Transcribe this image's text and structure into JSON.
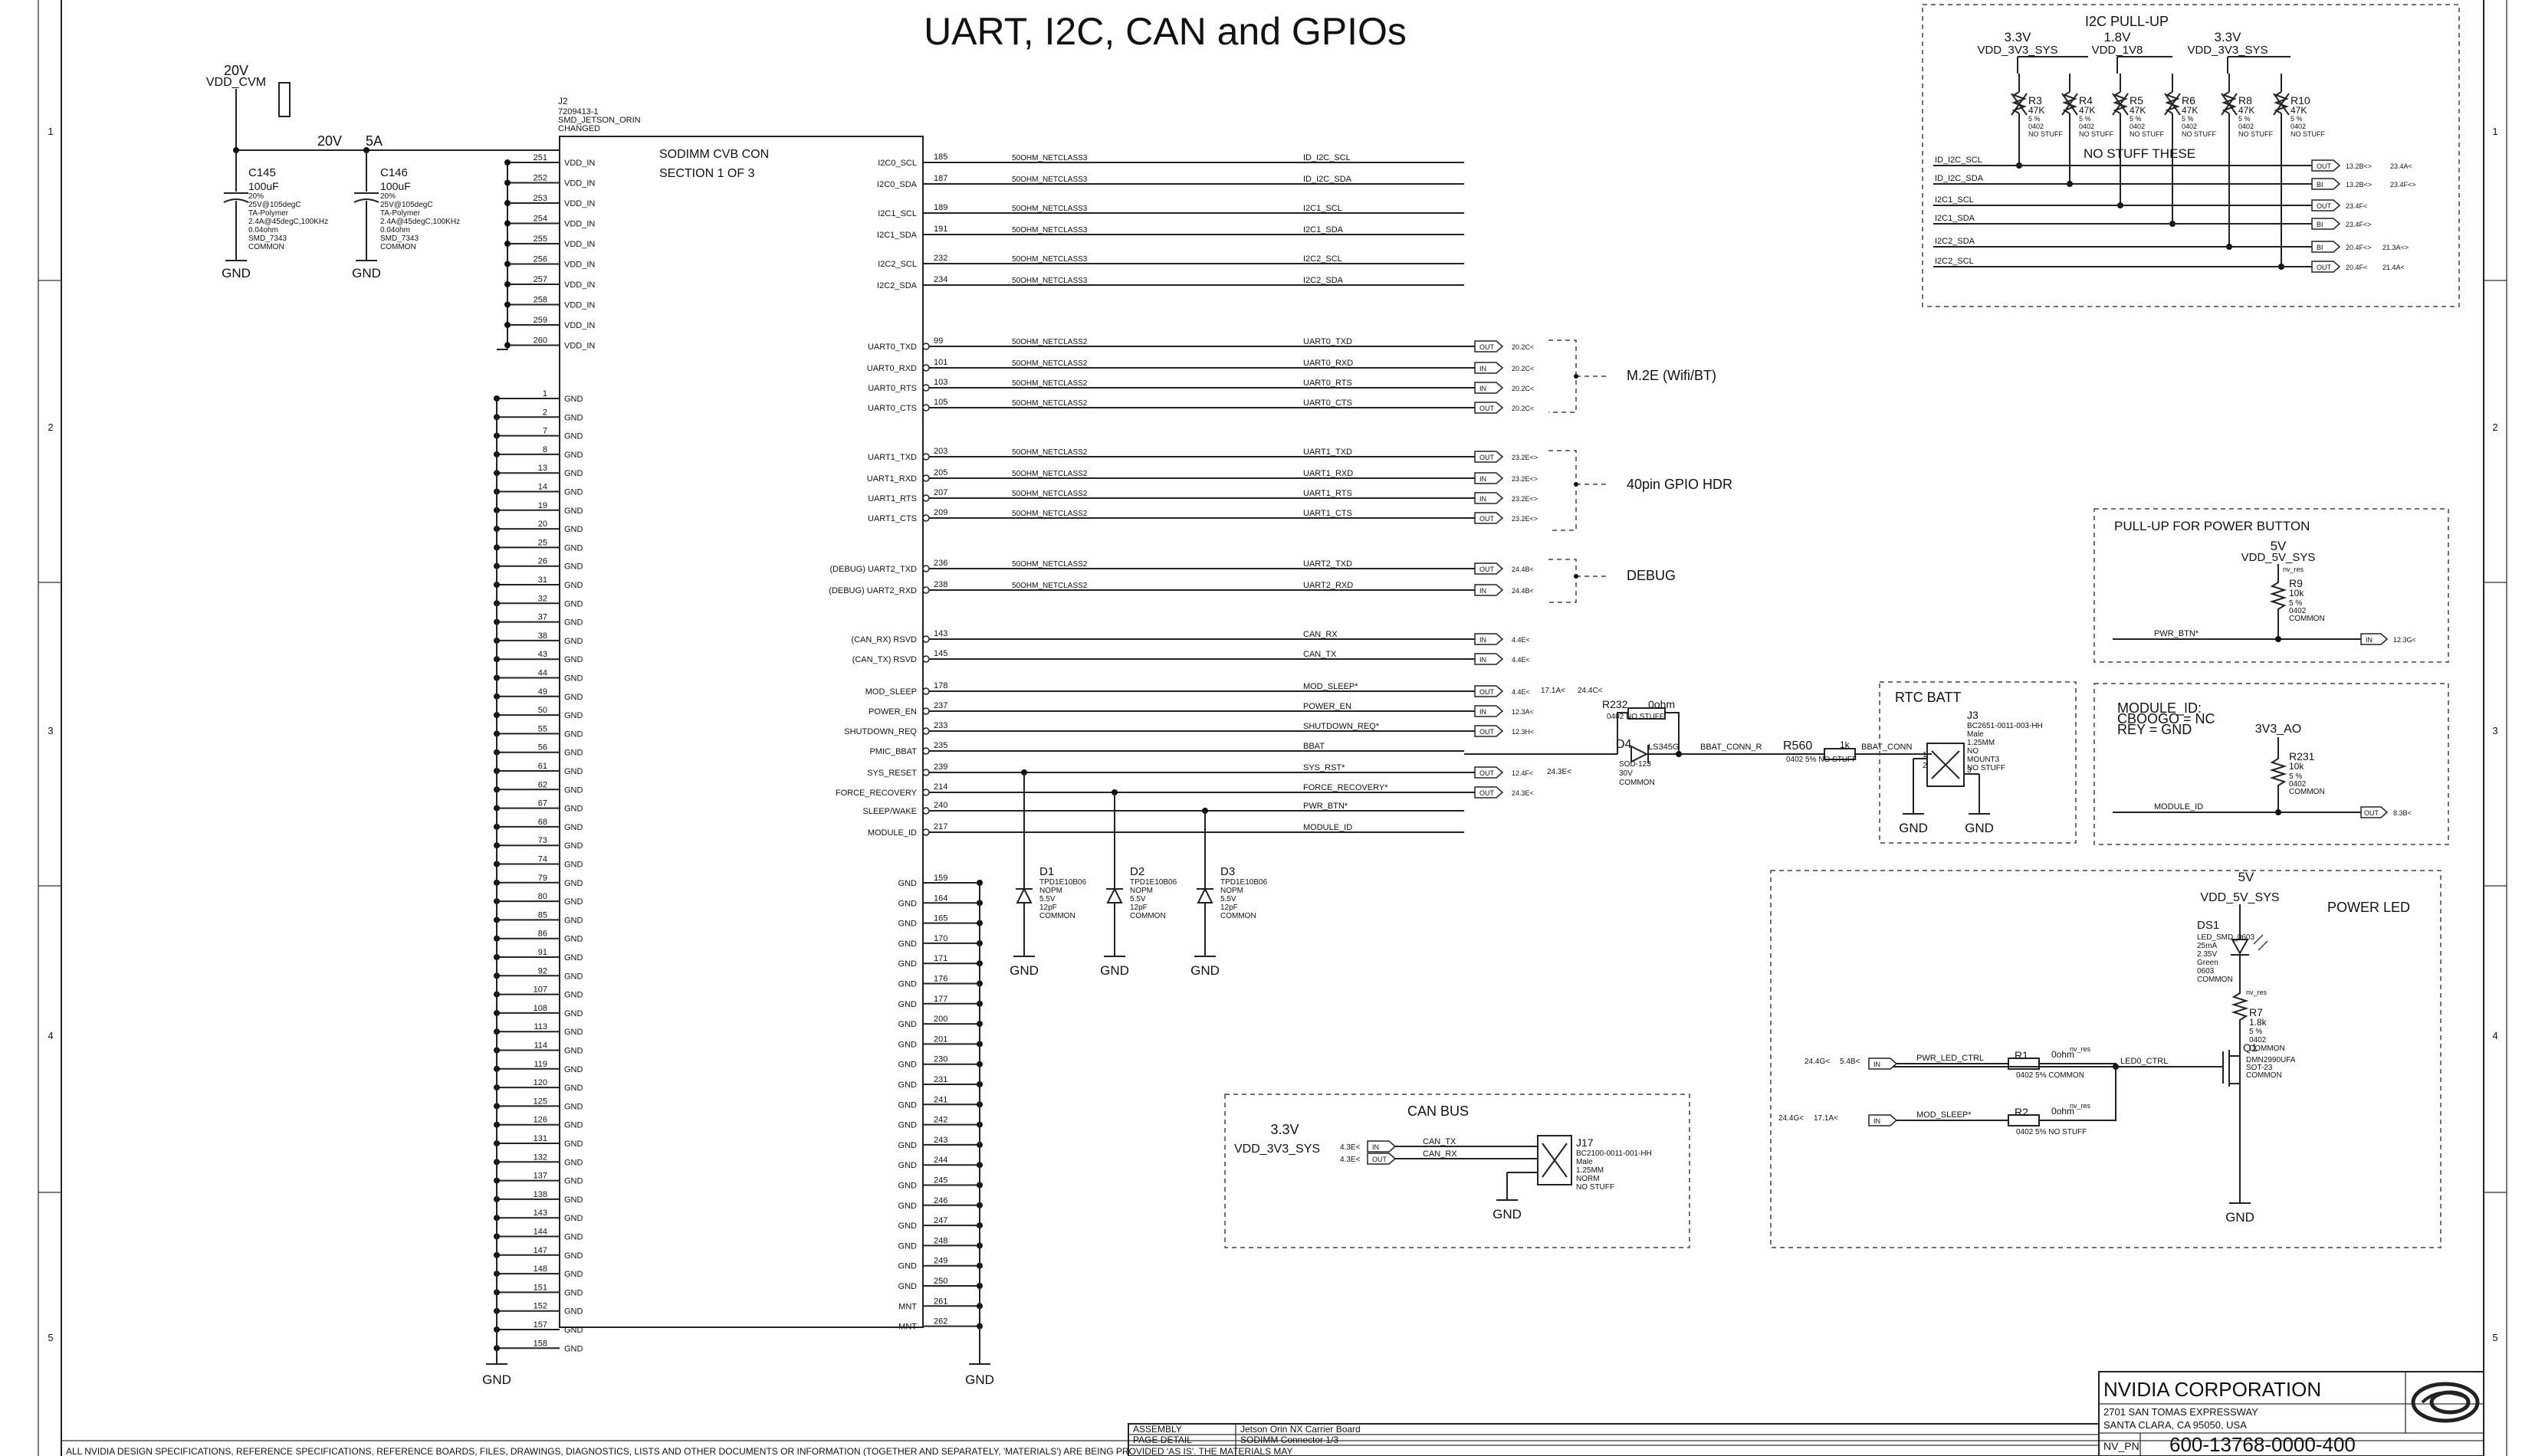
{
  "title": "UART, I2C, CAN and GPIOs",
  "border": {
    "row_labels": [
      "1",
      "2",
      "3",
      "4",
      "5"
    ]
  },
  "power_in": {
    "net_voltage": "20V",
    "net_name": "VDD_CVM",
    "rail_label": "20V",
    "current": "5A",
    "caps": [
      {
        "ref": "C145",
        "lines": [
          "100uF",
          "20%",
          "25V@105degC",
          "TA-Polymer",
          "2.4A@45degC,100KHz",
          "0.04ohm",
          "SMD_7343",
          "COMMON"
        ]
      },
      {
        "ref": "C146",
        "lines": [
          "100uF",
          "20%",
          "25V@105degC",
          "TA-Polymer",
          "2.4A@45degC,100KHz",
          "0.04ohm",
          "SMD_7343",
          "COMMON"
        ]
      }
    ],
    "gnd": "GND"
  },
  "connector": {
    "ref": "J2",
    "part_lines": [
      "7209413-1",
      "SMD_JETSON_ORIN",
      "CHANGED"
    ],
    "name": "SODIMM CVB CON",
    "section": "SECTION 1 OF 3",
    "vdd_pins": [
      "251",
      "252",
      "253",
      "254",
      "255",
      "256",
      "257",
      "258",
      "259",
      "260"
    ],
    "vdd_name": "VDD_IN",
    "gnd_pins_left": [
      "1",
      "2",
      "7",
      "8",
      "13",
      "14",
      "19",
      "20",
      "25",
      "26",
      "31",
      "32",
      "37",
      "38",
      "43",
      "44",
      "49",
      "50",
      "55",
      "56",
      "61",
      "62",
      "67",
      "68",
      "73",
      "74",
      "79",
      "80",
      "85",
      "86",
      "91",
      "92",
      "107",
      "108",
      "113",
      "114",
      "119",
      "120",
      "125",
      "126",
      "131",
      "132",
      "137",
      "138",
      "143",
      "144",
      "147",
      "148",
      "151",
      "152",
      "157",
      "158"
    ],
    "gnd_name": "GND",
    "right_gnd_pins": [
      "159",
      "164",
      "165",
      "170",
      "171",
      "176",
      "177",
      "200",
      "201",
      "230",
      "231",
      "241",
      "242",
      "243",
      "244",
      "245",
      "246",
      "247",
      "248",
      "249",
      "250",
      "261",
      "262"
    ],
    "right_gnd_names": [
      "GND",
      "GND",
      "GND",
      "GND",
      "GND",
      "GND",
      "GND",
      "GND",
      "GND",
      "GND",
      "GND",
      "GND",
      "GND",
      "GND",
      "GND",
      "GND",
      "GND",
      "GND",
      "GND",
      "GND",
      "GND",
      "MNT",
      "MNT"
    ],
    "gnd_bottom_left": "GND",
    "gnd_bottom_right": "GND"
  },
  "signals": [
    {
      "pin_name": "I2C0_SCL",
      "pin": "185",
      "class": "50OHM_NETCLASS3",
      "net": "ID_I2C_SCL",
      "tag": "",
      "ref": ""
    },
    {
      "pin_name": "I2C0_SDA",
      "pin": "187",
      "class": "50OHM_NETCLASS3",
      "net": "ID_I2C_SDA",
      "tag": "",
      "ref": ""
    },
    {
      "pin_name": "I2C1_SCL",
      "pin": "189",
      "class": "50OHM_NETCLASS3",
      "net": "I2C1_SCL",
      "tag": "",
      "ref": ""
    },
    {
      "pin_name": "I2C1_SDA",
      "pin": "191",
      "class": "50OHM_NETCLASS3",
      "net": "I2C1_SDA",
      "tag": "",
      "ref": ""
    },
    {
      "pin_name": "I2C2_SCL",
      "pin": "232",
      "class": "50OHM_NETCLASS3",
      "net": "I2C2_SCL",
      "tag": "",
      "ref": ""
    },
    {
      "pin_name": "I2C2_SDA",
      "pin": "234",
      "class": "50OHM_NETCLASS3",
      "net": "I2C2_SDA",
      "tag": "",
      "ref": ""
    },
    {
      "pin_name": "UART0_TXD",
      "pin": "99",
      "class": "50OHM_NETCLASS2",
      "net": "UART0_TXD",
      "tag": "OUT",
      "ref": "20.2C<"
    },
    {
      "pin_name": "UART0_RXD",
      "pin": "101",
      "class": "50OHM_NETCLASS2",
      "net": "UART0_RXD",
      "tag": "IN",
      "ref": "20.2C<"
    },
    {
      "pin_name": "UART0_RTS",
      "pin": "103",
      "class": "50OHM_NETCLASS2",
      "net": "UART0_RTS",
      "tag": "IN",
      "ref": "20.2C<"
    },
    {
      "pin_name": "UART0_CTS",
      "pin": "105",
      "class": "50OHM_NETCLASS2",
      "net": "UART0_CTS",
      "tag": "OUT",
      "ref": "20.2C<"
    },
    {
      "pin_name": "UART1_TXD",
      "pin": "203",
      "class": "50OHM_NETCLASS2",
      "net": "UART1_TXD",
      "tag": "OUT",
      "ref": "23.2E<>"
    },
    {
      "pin_name": "UART1_RXD",
      "pin": "205",
      "class": "50OHM_NETCLASS2",
      "net": "UART1_RXD",
      "tag": "IN",
      "ref": "23.2E<>"
    },
    {
      "pin_name": "UART1_RTS",
      "pin": "207",
      "class": "50OHM_NETCLASS2",
      "net": "UART1_RTS",
      "tag": "IN",
      "ref": "23.2E<>"
    },
    {
      "pin_name": "UART1_CTS",
      "pin": "209",
      "class": "50OHM_NETCLASS2",
      "net": "UART1_CTS",
      "tag": "OUT",
      "ref": "23.2E<>"
    },
    {
      "pin_name": "(DEBUG) UART2_TXD",
      "pin": "236",
      "class": "50OHM_NETCLASS2",
      "net": "UART2_TXD",
      "tag": "OUT",
      "ref": "24.4B<"
    },
    {
      "pin_name": "(DEBUG) UART2_RXD",
      "pin": "238",
      "class": "50OHM_NETCLASS2",
      "net": "UART2_RXD",
      "tag": "IN",
      "ref": "24.4B<"
    },
    {
      "pin_name": "(CAN_RX) RSVD",
      "pin": "143",
      "class": "",
      "net": "CAN_RX",
      "tag": "IN",
      "ref": "4.4E<"
    },
    {
      "pin_name": "(CAN_TX) RSVD",
      "pin": "145",
      "class": "",
      "net": "CAN_TX",
      "tag": "IN",
      "ref": "4.4E<"
    },
    {
      "pin_name": "MOD_SLEEP",
      "pin": "178",
      "class": "",
      "net": "MOD_SLEEP*",
      "tag": "OUT",
      "ref": "4.4E<"
    },
    {
      "pin_name": "POWER_EN",
      "pin": "237",
      "class": "",
      "net": "POWER_EN",
      "tag": "IN",
      "ref": "12.3A<"
    },
    {
      "pin_name": "SHUTDOWN_REQ",
      "pin": "233",
      "class": "",
      "net": "SHUTDOWN_REQ*",
      "tag": "OUT",
      "ref": "12.3H<"
    },
    {
      "pin_name": "PMIC_BBAT",
      "pin": "235",
      "class": "",
      "net": "BBAT",
      "tag": "",
      "ref": ""
    },
    {
      "pin_name": "SYS_RESET",
      "pin": "239",
      "class": "",
      "net": "SYS_RST*",
      "tag": "OUT",
      "ref": "12.4F<"
    },
    {
      "pin_name": "FORCE_RECOVERY",
      "pin": "214",
      "class": "",
      "net": "FORCE_RECOVERY*",
      "tag": "OUT",
      "ref": "24.3E<"
    },
    {
      "pin_name": "SLEEP/WAKE",
      "pin": "240",
      "class": "",
      "net": "PWR_BTN*",
      "tag": "",
      "ref": ""
    },
    {
      "pin_name": "MODULE_ID",
      "pin": "217",
      "class": "",
      "net": "MODULE_ID",
      "tag": "",
      "ref": ""
    }
  ],
  "group_labels": {
    "m2e": "M.2E (Wifi/BT)",
    "gpio": "40pin GPIO HDR",
    "debug": "DEBUG"
  },
  "diodes": [
    {
      "ref": "D1",
      "lines": [
        "TPD1E10B06",
        "NOPM",
        "5.5V",
        "12pF",
        "COMMON"
      ],
      "gnd": "GND"
    },
    {
      "ref": "D2",
      "lines": [
        "TPD1E10B06",
        "NOPM",
        "5.5V",
        "12pF",
        "COMMON"
      ],
      "gnd": "GND"
    },
    {
      "ref": "D3",
      "lines": [
        "TPD1E10B06",
        "NOPM",
        "5.5V",
        "12pF",
        "COMMON"
      ],
      "gnd": "GND"
    }
  ],
  "i2c_pullup": {
    "title": "I2C PULL-UP",
    "rails": [
      {
        "v": "3.3V",
        "name": "VDD_3V3_SYS"
      },
      {
        "v": "1.8V",
        "name": "VDD_1V8"
      },
      {
        "v": "3.3V",
        "name": "VDD_3V3_SYS"
      }
    ],
    "resistors": [
      {
        "ref": "R3",
        "lines": [
          "47K",
          "5 %",
          "0402",
          "NO STUFF"
        ]
      },
      {
        "ref": "R4",
        "lines": [
          "47K",
          "5 %",
          "0402",
          "NO STUFF"
        ]
      },
      {
        "ref": "R5",
        "lines": [
          "47K",
          "5 %",
          "0402",
          "NO STUFF"
        ]
      },
      {
        "ref": "R6",
        "lines": [
          "47K",
          "5 %",
          "0402",
          "NO STUFF"
        ]
      },
      {
        "ref": "R8",
        "lines": [
          "47K",
          "5 %",
          "0402",
          "NO STUFF"
        ]
      },
      {
        "ref": "R10",
        "lines": [
          "47K",
          "5 %",
          "0402",
          "NO STUFF"
        ]
      }
    ],
    "note": "NO STUFF THESE",
    "nets": [
      {
        "name": "ID_I2C_SCL",
        "tag": "OUT",
        "ref": "13.2B<>",
        "ref2": "23.4A<"
      },
      {
        "name": "ID_I2C_SDA",
        "tag": "BI",
        "ref": "13.2B<>",
        "ref2": "23.4F<>"
      },
      {
        "name": "I2C1_SCL",
        "tag": "OUT",
        "ref": "23.4F<",
        "ref2": ""
      },
      {
        "name": "I2C1_SDA",
        "tag": "BI",
        "ref": "23.4F<>",
        "ref2": ""
      },
      {
        "name": "I2C2_SDA",
        "tag": "BI",
        "ref": "20.4F<>",
        "ref2": "21.3A<>"
      },
      {
        "name": "I2C2_SCL",
        "tag": "OUT",
        "ref": "20.4F<",
        "ref2": "21.4A<"
      }
    ]
  },
  "pwr_btn_pullup": {
    "title": "PULL-UP FOR POWER BUTTON",
    "v": "5V",
    "rail": "VDD_5V_SYS",
    "nv": "nv_res",
    "res": {
      "ref": "R9",
      "lines": [
        "10k",
        "5 %",
        "0402",
        "COMMON"
      ]
    },
    "net": "PWR_BTN*",
    "tag": "IN",
    "ref": "12.3G<"
  },
  "module_id": {
    "lines": [
      "MODULE_ID:",
      "CBOOGO = NC",
      "REY = GND"
    ],
    "v": "3V3_AO",
    "res": {
      "ref": "R231",
      "lines": [
        "10k",
        "5 %",
        "0402",
        "COMMON"
      ]
    },
    "net": "MODULE_ID",
    "tag": "OUT",
    "ref": "8.3B<"
  },
  "rtc": {
    "title": "RTC BATT",
    "r232": {
      "ref": "R232",
      "val": "0ohm",
      "note": "0402 NO STUFF"
    },
    "d4": {
      "ref": "D4",
      "part": "LS345G",
      "lines": [
        "SOD-123",
        "30V",
        "COMMON"
      ]
    },
    "net_conn": "BBAT_CONN_R",
    "r560": {
      "ref": "R560",
      "val": "1k",
      "note": "0402 5% NO STUFF"
    },
    "net_bbat": "BBAT_CONN",
    "j3": {
      "ref": "J3",
      "lines": [
        "BC2651-0011-003-HH",
        "Male",
        "1.25MM",
        "NO",
        "MOUNT3",
        "NO STUFF"
      ]
    },
    "gnd": "GND",
    "ref1": "17.1A<",
    "ref2": "24.4C<",
    "ref3": "24.3E<"
  },
  "can_bus": {
    "title": "CAN BUS",
    "v": "3.3V",
    "rail": "VDD_3V3_SYS",
    "nets": [
      {
        "name": "CAN_TX",
        "tag": "IN",
        "ref": "4.3E<"
      },
      {
        "name": "CAN_RX",
        "tag": "OUT",
        "ref": "4.3E<"
      }
    ],
    "j17": {
      "ref": "J17",
      "lines": [
        "BC2100-0011-001-HH",
        "Male",
        "1.25MM",
        "NORM",
        "NO STUFF"
      ]
    },
    "gnd": "GND"
  },
  "power_led": {
    "title": "POWER LED",
    "v": "5V",
    "rail": "VDD_5V_SYS",
    "ds1": {
      "ref": "DS1",
      "lines": [
        "LED_SMD_0603",
        "25mA",
        "2.35V",
        "Green",
        "0603",
        "COMMON"
      ]
    },
    "r7": {
      "ref": "R7",
      "lines": [
        "1.8k",
        "5 %",
        "0402",
        "COMMON"
      ]
    },
    "r1": {
      "ref": "R1",
      "val": "0ohm",
      "note": "0402 5% COMMON"
    },
    "r2": {
      "ref": "R2",
      "val": "0ohm",
      "note": "0402 5% NO STUFF"
    },
    "pwr_led_ctrl": "PWR_LED_CTRL",
    "mod_sleep": "MOD_SLEEP*",
    "led0": "LED0_CTRL",
    "q1": {
      "ref": "Q1",
      "lines": [
        "DMN2990UFA",
        "SOT-23",
        "COMMON"
      ]
    },
    "gnd": "GND",
    "ref_a": "24.4G<",
    "ref_b": "5.4B<",
    "ref_c": "24.4G<",
    "ref_d": "17.1A<",
    "nv": "nv_res"
  },
  "title_block": {
    "company": "NVIDIA CORPORATION",
    "addr1": "2701 SAN TOMAS EXPRESSWAY",
    "addr2": "SANTA CLARA, CA 95050, USA",
    "assembly_label": "ASSEMBLY",
    "assembly": "Jetson Orin NX Carrier Board",
    "page_label": "PAGE DETAIL",
    "page": "SODIMM Connector 1/3",
    "pn_label": "NV_PN",
    "pn": "600-13768-0000-400",
    "disclaimer": "ALL NVIDIA DESIGN SPECIFICATIONS, REFERENCE SPECIFICATIONS, REFERENCE BOARDS, FILES, DRAWINGS, DIAGNOSTICS, LISTS AND OTHER DOCUMENTS OR INFORMATION (TOGETHER AND SEPARATELY, 'MATERIALS') ARE BEING PROVIDED 'AS IS'. THE MATERIALS MAY"
  }
}
